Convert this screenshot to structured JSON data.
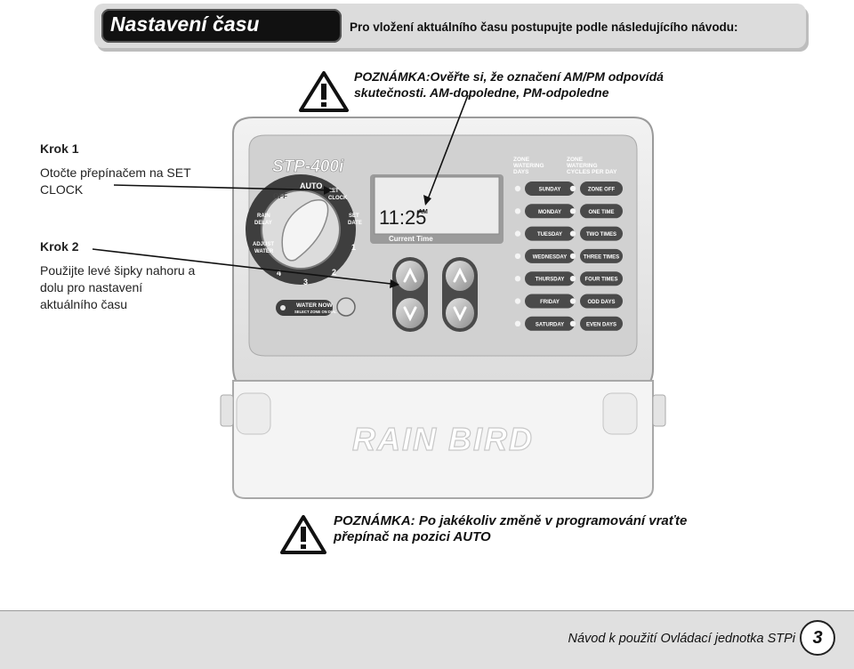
{
  "header": {
    "title": "Nastavení času",
    "subtitle": "Pro vložení aktuálního času postupujte podle následujícího návodu:"
  },
  "notes": {
    "note1": "POZNÁMKA:Ověřte si, že označení  AM/PM odpovídá skutečnosti. AM-dopoledne, PM-odpoledne",
    "note2": "POZNÁMKA: Po jakékoliv změně v programování vraťte přepínač na pozici AUTO"
  },
  "steps": [
    {
      "heading": "Krok 1",
      "text": "Otočte přepínačem na SET CLOCK"
    },
    {
      "heading": "Krok 2",
      "text": "Použijte levé šipky nahoru a dolu pro nastavení aktuálního času"
    }
  ],
  "device": {
    "model": "STP-400i",
    "dial": {
      "off": "OFF",
      "auto": "AUTO",
      "set": "SET",
      "clock": "CLOCK",
      "rain": "RAIN",
      "delay": "DELAY",
      "adjust": "ADJUST",
      "water": "WATER",
      "set2": "SET",
      "date": "DATE",
      "num1": "1",
      "num2": "2",
      "num3": "3",
      "num4": "4"
    },
    "display": {
      "time": "11:25",
      "ampm": "AM",
      "caption": "Current Time"
    },
    "water_now": {
      "label": "WATER NOW",
      "sub": "SELECT ZONE ON DIAL"
    },
    "days_header": [
      "ZONE",
      "WATERING",
      "DAYS"
    ],
    "cycles_header": [
      "ZONE",
      "WATERING",
      "CYCLES PER DAY"
    ],
    "days": [
      "SUNDAY",
      "MONDAY",
      "TUESDAY",
      "WEDNESDAY",
      "THURSDAY",
      "FRIDAY",
      "SATURDAY"
    ],
    "cycles": [
      "ZONE OFF",
      "ONE TIME",
      "TWO TIMES",
      "THREE TIMES",
      "FOUR TIMES",
      "ODD DAYS",
      "EVEN DAYS"
    ],
    "brand": "RAIN BIRD"
  },
  "footer": {
    "text": "Návod k použití Ovládací jednotka STPi",
    "page": "3"
  },
  "colors": {
    "title_bg": "#111111",
    "header_bg": "#dcdcdc",
    "device_panel": "#d4d4d4",
    "footer_bg": "#e0e0e0"
  }
}
